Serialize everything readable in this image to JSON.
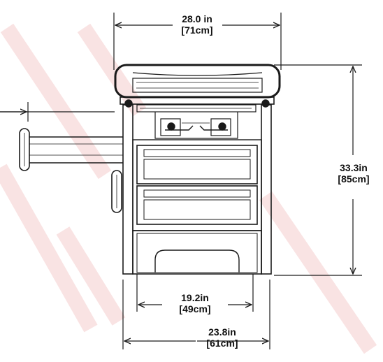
{
  "dimensions": {
    "top_width": {
      "value": "28.0 in",
      "metric": "71cm"
    },
    "height": {
      "value": "33.3in",
      "metric": "85cm"
    },
    "inner_base_width": {
      "value": "19.2in",
      "metric": "49cm"
    },
    "outer_base_width": {
      "value": "23.8in",
      "metric": "61cm"
    }
  },
  "colors": {
    "line": "#1a1a1a",
    "watermark": "#f6d6d6"
  }
}
